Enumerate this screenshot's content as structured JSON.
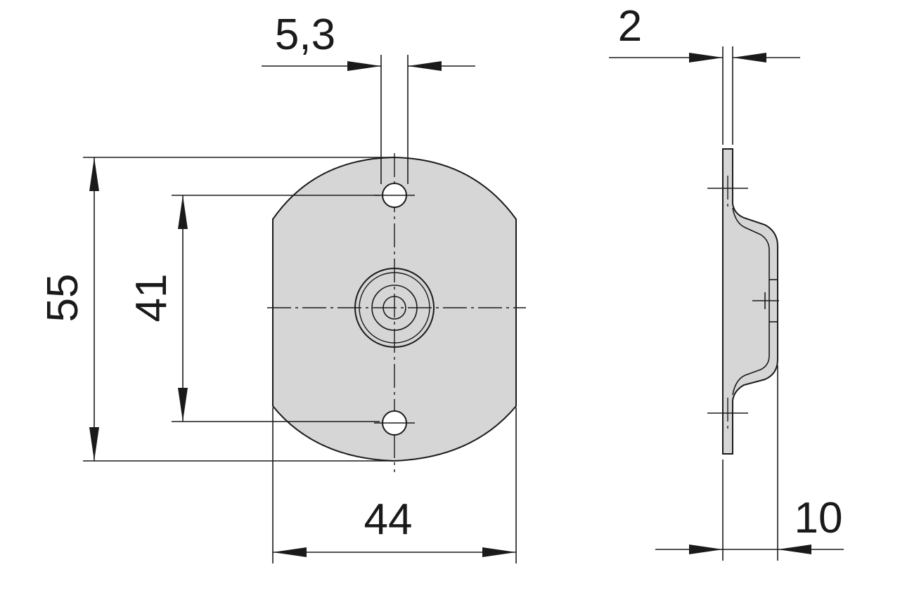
{
  "dimensions": {
    "slot_width": "5,3",
    "thickness": "2",
    "height_total": "55",
    "hole_spacing": "41",
    "width": "44",
    "depth": "10"
  },
  "colors": {
    "plate_fill": "#d6d6d6",
    "line": "#1a1a1a",
    "background": "#ffffff"
  }
}
